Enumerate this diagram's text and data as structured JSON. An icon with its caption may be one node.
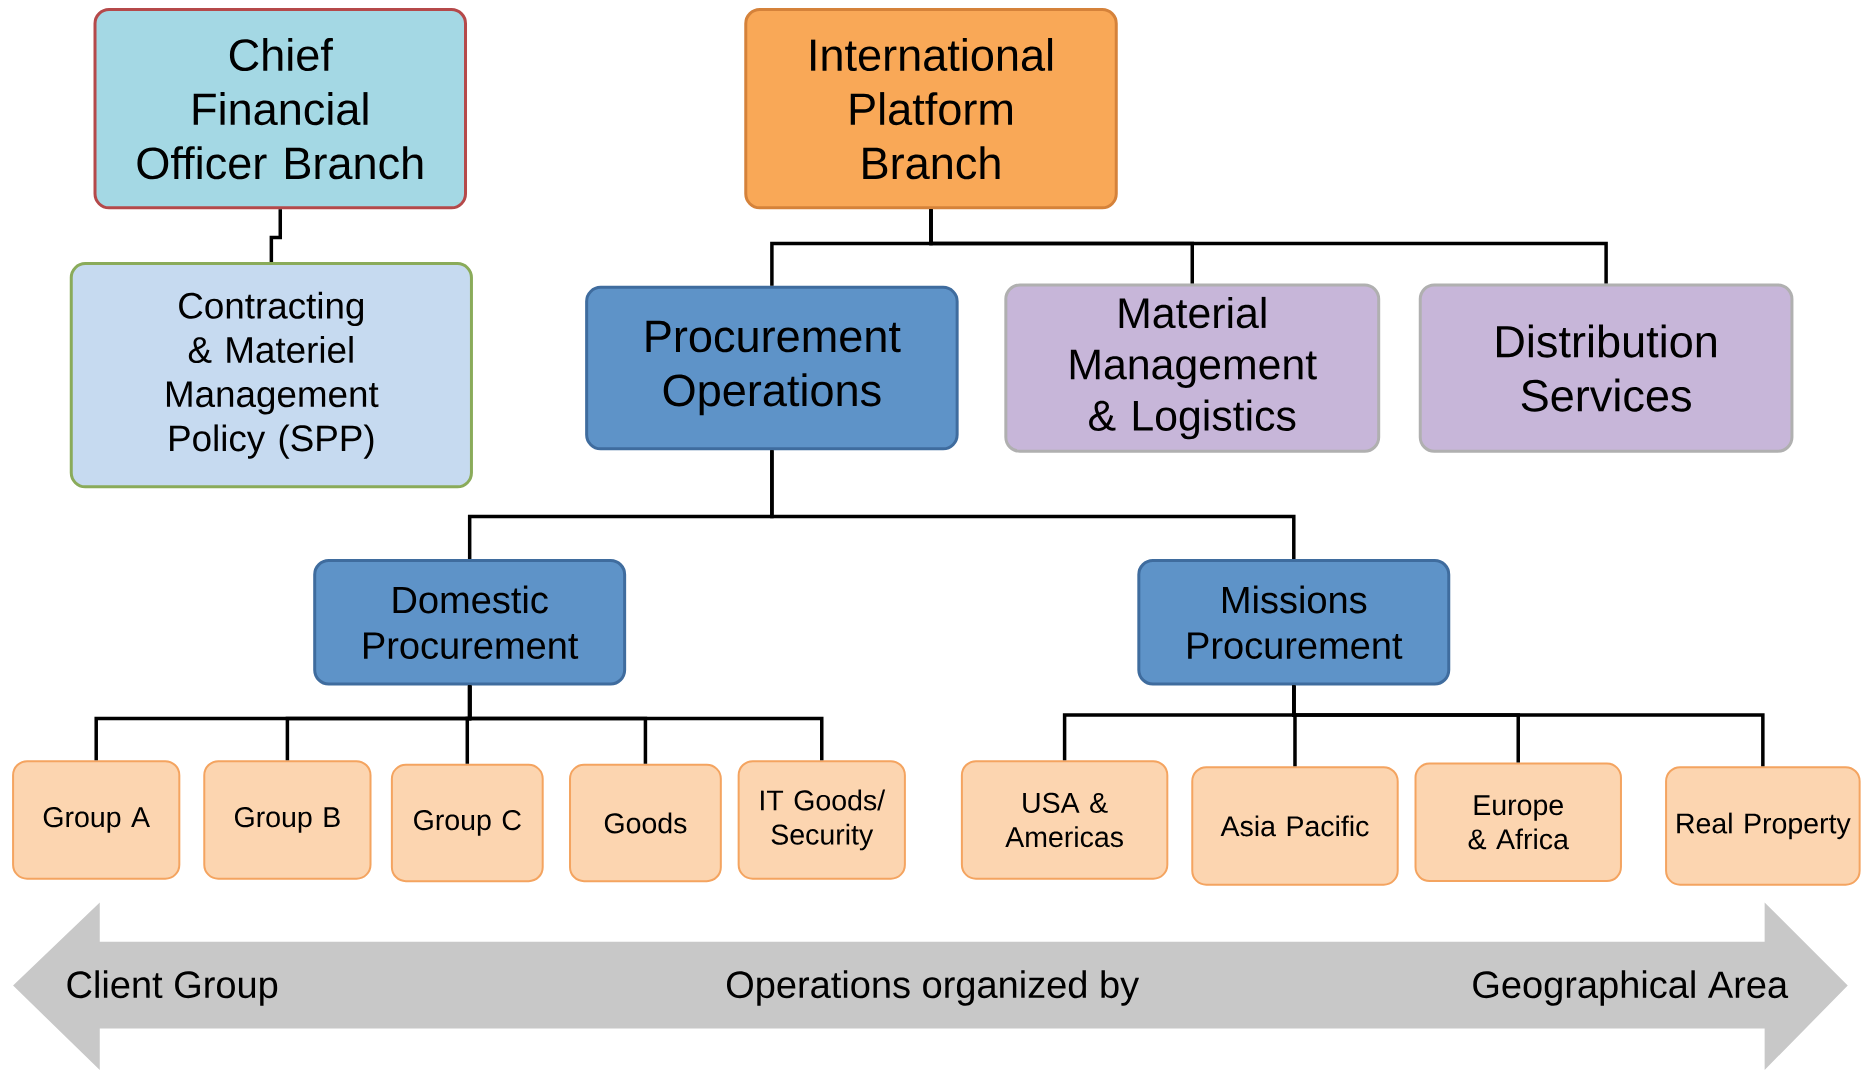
{
  "diagram": {
    "nodes": [
      {
        "text": [
          "Chief Financial Officer Branch"
        ]
      },
      {
        "text": [
          "Contracting & Materiel Management Policy (SPP)"
        ]
      },
      {
        "text": [
          "International Platform Branch"
        ]
      },
      {
        "text": [
          "Procurement Operations"
        ]
      },
      {
        "text": [
          "Material Management & Logistics"
        ]
      },
      {
        "text": [
          "Distribution Services"
        ]
      },
      {
        "text": [
          "Domestic Procurement"
        ]
      },
      {
        "text": [
          "Missions Procurement"
        ]
      },
      {
        "text": [
          "Group A"
        ]
      },
      {
        "text": [
          "Group B"
        ]
      },
      {
        "text": [
          "Group C"
        ]
      },
      {
        "text": [
          "Goods"
        ]
      },
      {
        "text": [
          "IT Goods/ Security"
        ]
      },
      {
        "text": [
          "USA & Americas"
        ]
      },
      {
        "text": [
          "Asia Pacific"
        ]
      },
      {
        "text": [
          "Europe & Africa"
        ]
      },
      {
        "text": [
          "Real Property"
        ]
      }
    ],
    "edges": [
      {
        "from": 0,
        "to": 1,
        "arrow": "none"
      },
      {
        "from": 2,
        "to": 3,
        "arrow": "none"
      },
      {
        "from": 2,
        "to": 4,
        "arrow": "none"
      },
      {
        "from": 2,
        "to": 5,
        "arrow": "none"
      },
      {
        "from": 3,
        "to": 6,
        "arrow": "none"
      },
      {
        "from": 3,
        "to": 7,
        "arrow": "none"
      },
      {
        "from": 6,
        "to": 8,
        "arrow": "none"
      },
      {
        "from": 6,
        "to": 9,
        "arrow": "none"
      },
      {
        "from": 6,
        "to": 10,
        "arrow": "none"
      },
      {
        "from": 6,
        "to": 11,
        "arrow": "none"
      },
      {
        "from": 6,
        "to": 12,
        "arrow": "none"
      },
      {
        "from": 7,
        "to": 13,
        "arrow": "none"
      },
      {
        "from": 7,
        "to": 14,
        "arrow": "none"
      },
      {
        "from": 7,
        "to": 15,
        "arrow": "none"
      },
      {
        "from": 7,
        "to": 16,
        "arrow": "none"
      }
    ],
    "labels": [
      "Client Group",
      "Operations organized by",
      "Geographical Area"
    ]
  }
}
